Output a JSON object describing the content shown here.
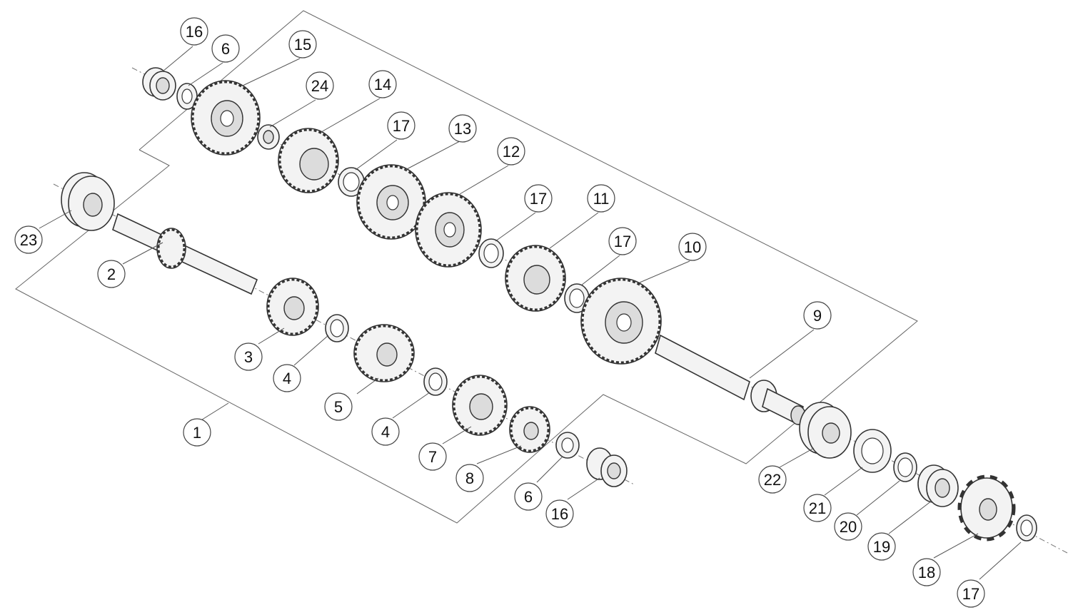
{
  "diagram": {
    "callouts": [
      {
        "id": "c16a",
        "text": "16"
      },
      {
        "id": "c6a",
        "text": "6"
      },
      {
        "id": "c15",
        "text": "15"
      },
      {
        "id": "c24",
        "text": "24"
      },
      {
        "id": "c14",
        "text": "14"
      },
      {
        "id": "c17a",
        "text": "17"
      },
      {
        "id": "c13",
        "text": "13"
      },
      {
        "id": "c12",
        "text": "12"
      },
      {
        "id": "c17b",
        "text": "17"
      },
      {
        "id": "c11",
        "text": "11"
      },
      {
        "id": "c17c",
        "text": "17"
      },
      {
        "id": "c10",
        "text": "10"
      },
      {
        "id": "c9",
        "text": "9"
      },
      {
        "id": "c23",
        "text": "23"
      },
      {
        "id": "c2",
        "text": "2"
      },
      {
        "id": "c3",
        "text": "3"
      },
      {
        "id": "c4a",
        "text": "4"
      },
      {
        "id": "c5",
        "text": "5"
      },
      {
        "id": "c4b",
        "text": "4"
      },
      {
        "id": "c7",
        "text": "7"
      },
      {
        "id": "c8",
        "text": "8"
      },
      {
        "id": "c1",
        "text": "1"
      },
      {
        "id": "c6b",
        "text": "6"
      },
      {
        "id": "c16b",
        "text": "16"
      },
      {
        "id": "c22",
        "text": "22"
      },
      {
        "id": "c21",
        "text": "21"
      },
      {
        "id": "c20",
        "text": "20"
      },
      {
        "id": "c19",
        "text": "19"
      },
      {
        "id": "c18",
        "text": "18"
      },
      {
        "id": "c17d",
        "text": "17"
      }
    ]
  }
}
